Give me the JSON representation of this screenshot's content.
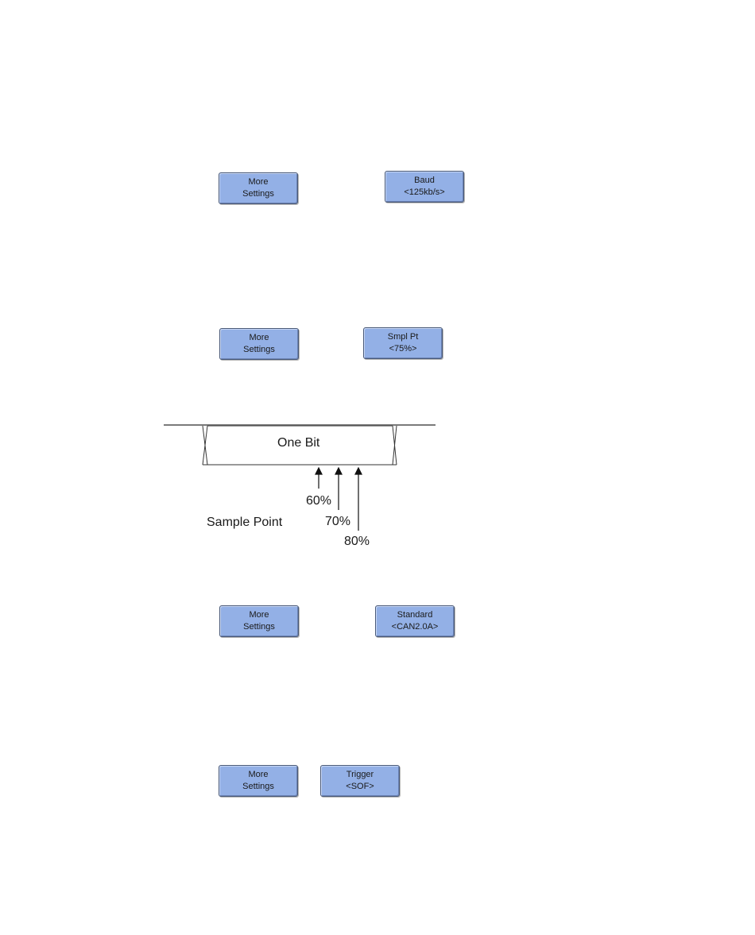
{
  "buttons": {
    "more_settings_1": {
      "line1": "More",
      "line2": "Settings"
    },
    "baud": {
      "line1": "Baud",
      "line2": "<125kb/s>"
    },
    "more_settings_2": {
      "line1": "More",
      "line2": "Settings"
    },
    "sample_point": {
      "line1": "Smpl Pt",
      "line2": "<75%>"
    },
    "more_settings_3": {
      "line1": "More",
      "line2": "Settings"
    },
    "standard": {
      "line1": "Standard",
      "line2": "<CAN2.0A>"
    },
    "more_settings_4": {
      "line1": "More",
      "line2": "Settings"
    },
    "trigger": {
      "line1": "Trigger",
      "line2": "<SOF>"
    }
  },
  "diagram": {
    "bit_label": "One Bit",
    "sample_point_label": "Sample Point",
    "markers": [
      "60%",
      "70%",
      "80%"
    ]
  },
  "colors": {
    "softkey_fill": "#93b0e6",
    "softkey_border": "#4a5a78"
  }
}
